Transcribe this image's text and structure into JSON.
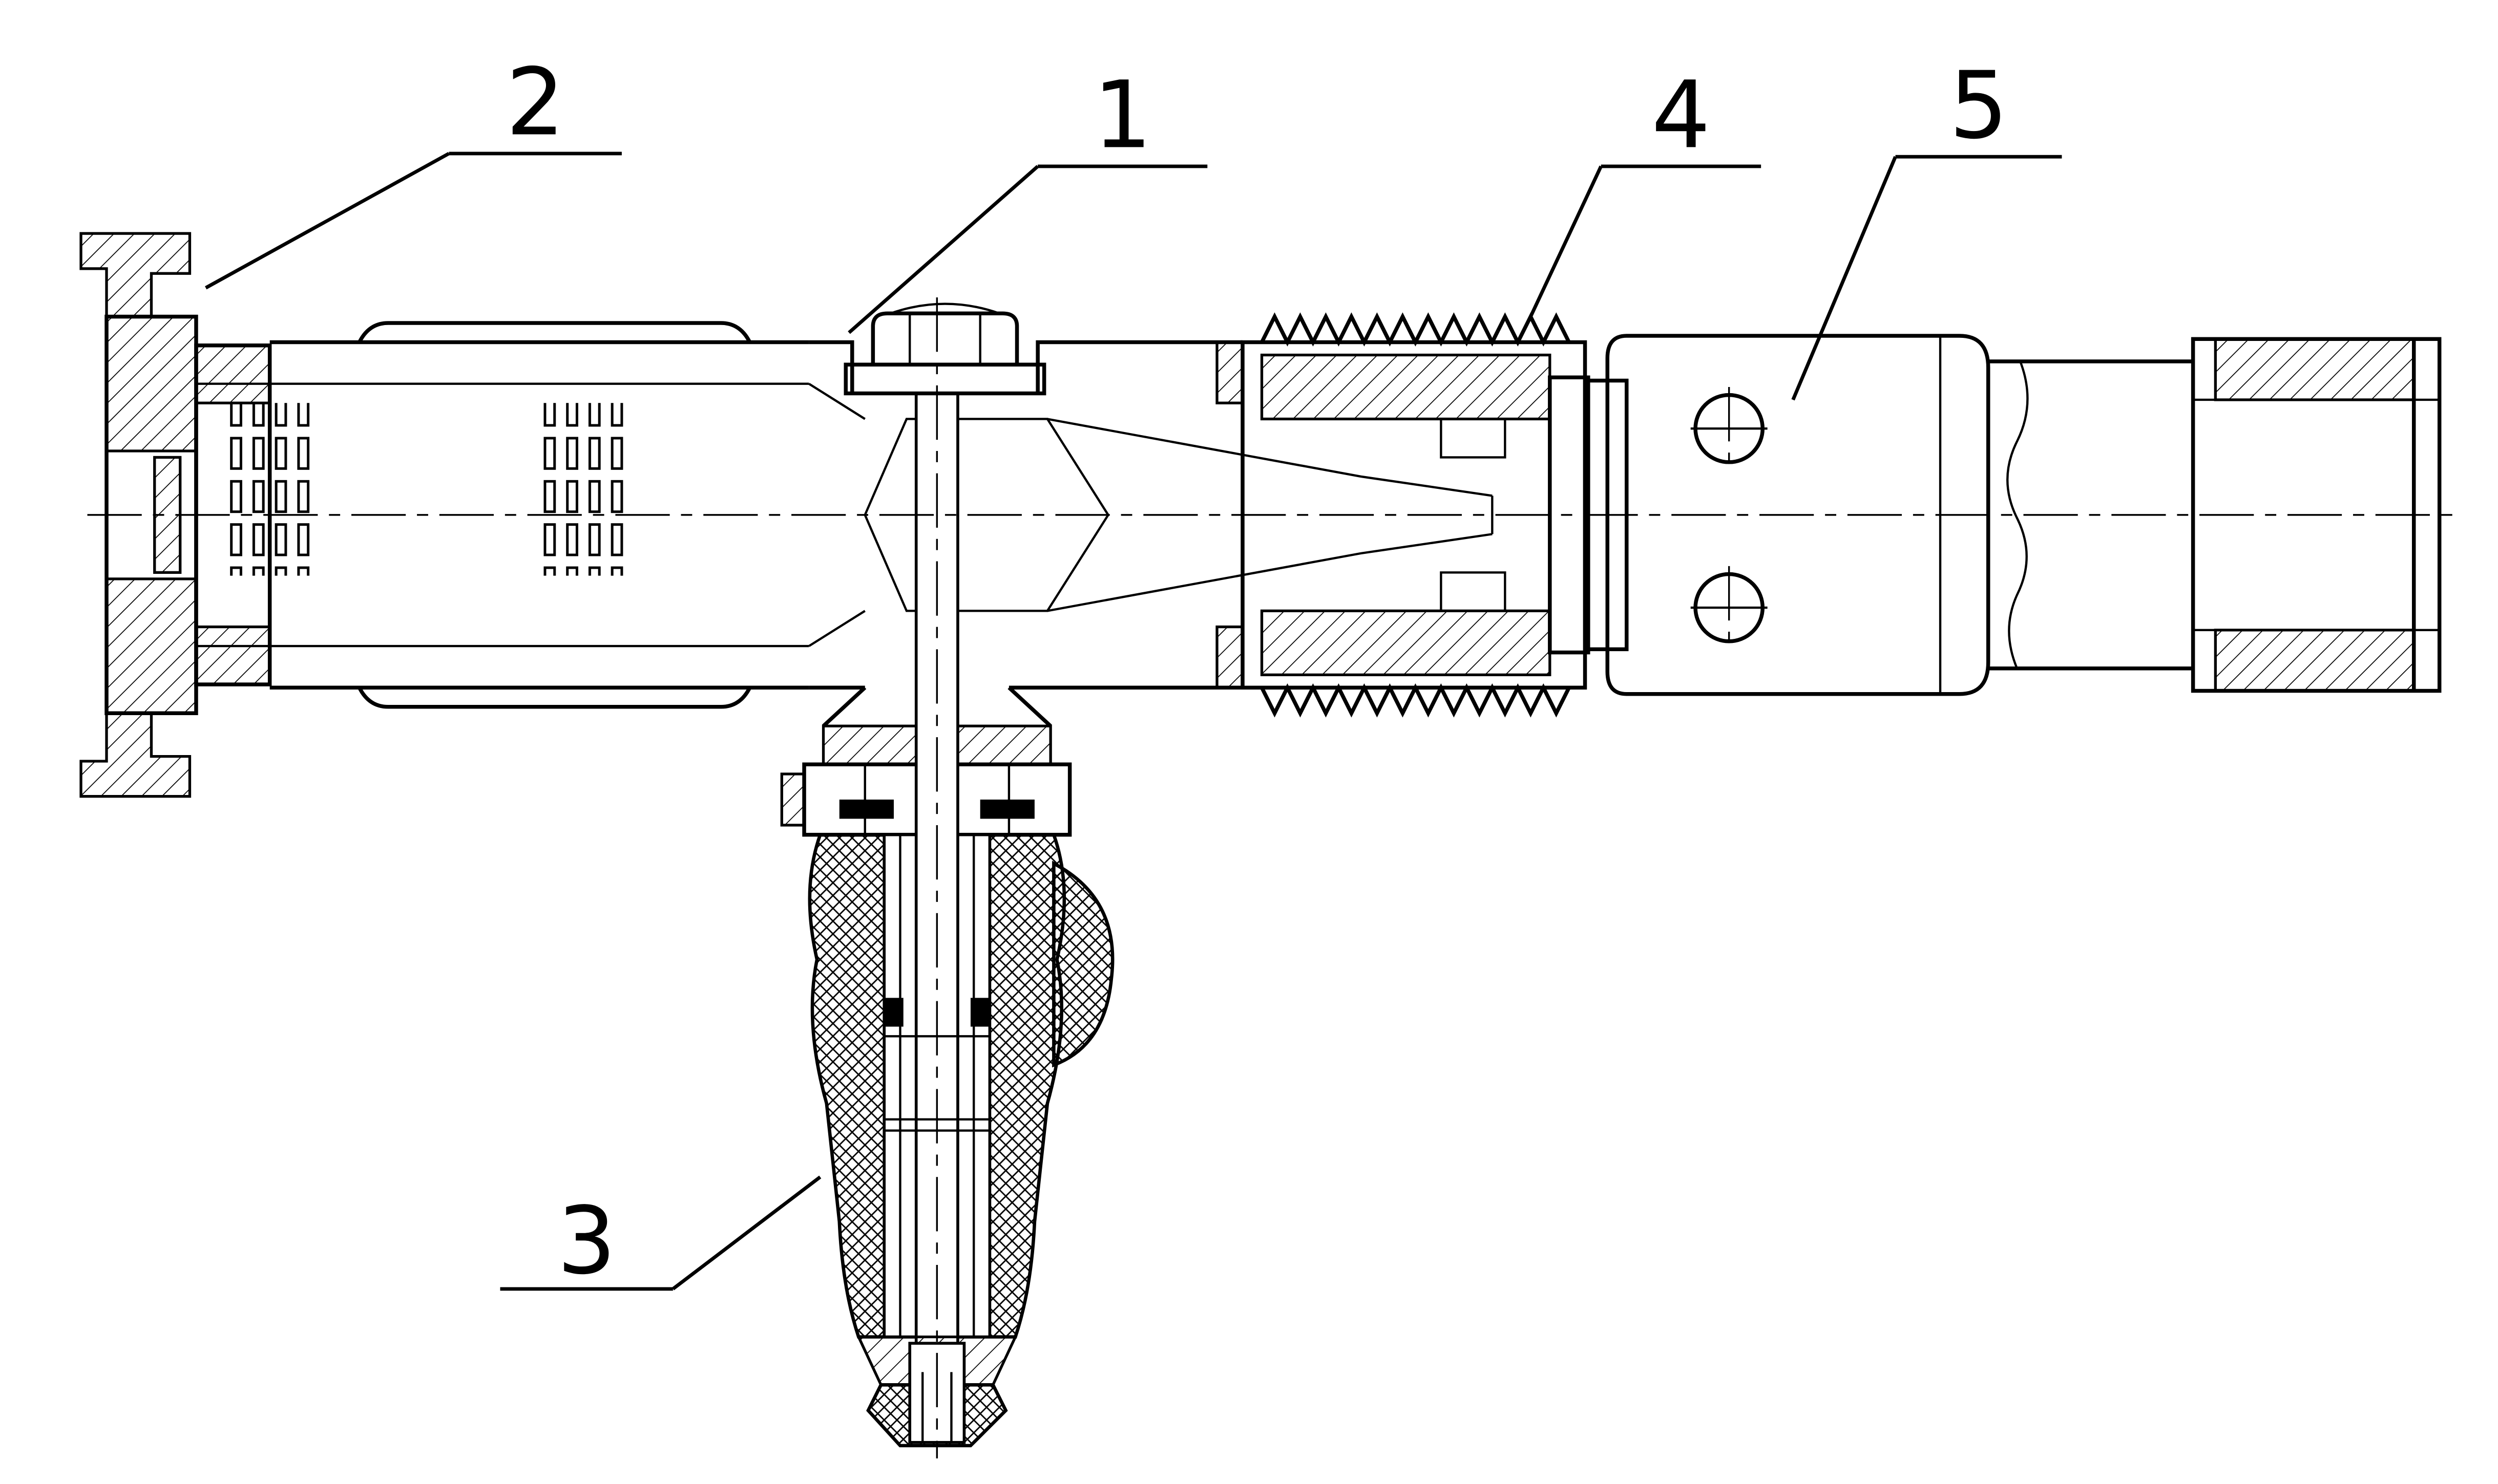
{
  "callouts": [
    {
      "label": "1"
    },
    {
      "label": "2"
    },
    {
      "label": "3"
    },
    {
      "label": "4"
    },
    {
      "label": "5"
    }
  ],
  "colors": {
    "ink": "#000000",
    "paper": "#ffffff"
  }
}
